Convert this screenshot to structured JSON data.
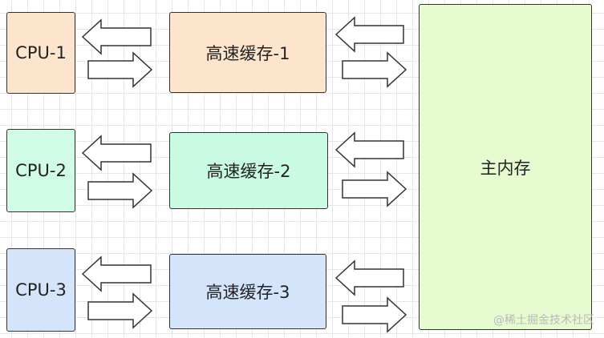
{
  "cpus": [
    {
      "label": "CPU-1",
      "fill": "#fce4cd"
    },
    {
      "label": "CPU-2",
      "fill": "#d0fbe5"
    },
    {
      "label": "CPU-3",
      "fill": "#d4e5fb"
    }
  ],
  "caches": [
    {
      "label": "高速缓存-1",
      "fill": "#fce4cd"
    },
    {
      "label": "高速缓存-2",
      "fill": "#c8fbe1"
    },
    {
      "label": "高速缓存-3",
      "fill": "#d4e5fb"
    }
  ],
  "main_memory": {
    "label": "主内存",
    "fill": "#e6fcd0"
  },
  "watermark": "@稀土掘金技术社区"
}
